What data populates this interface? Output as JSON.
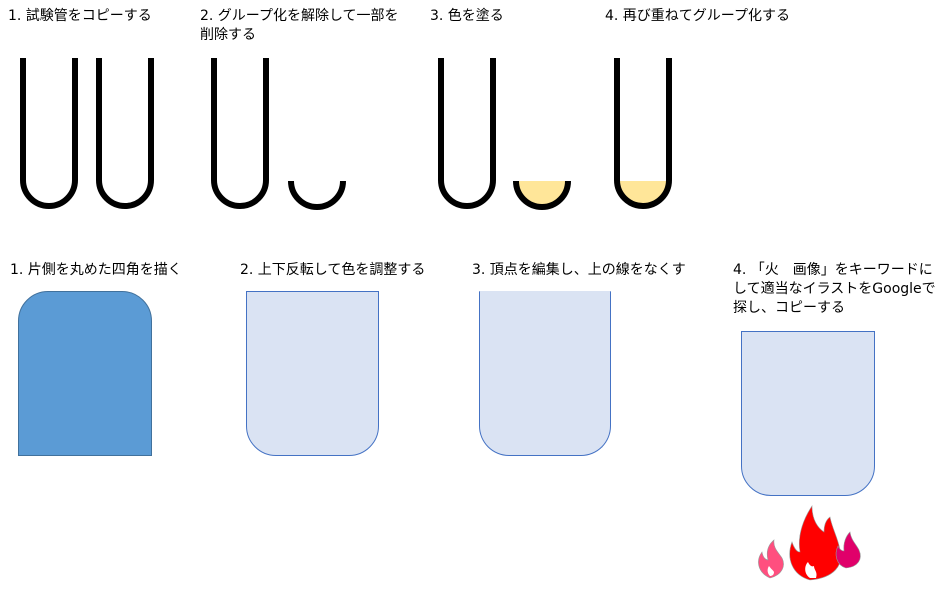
{
  "top_steps": [
    {
      "label": "1. 試験管をコピーする"
    },
    {
      "label": "2. グループ化を解除して一部を削除する"
    },
    {
      "label": "3. 色を塗る"
    },
    {
      "label": "4. 再び重ねてグループ化する"
    }
  ],
  "bottom_steps": [
    {
      "label": "1. 片側を丸めた四角を描く"
    },
    {
      "label": "2. 上下反転して色を調整する"
    },
    {
      "label": "3. 頂点を編集し、上の線をなくす"
    },
    {
      "label": "4. 「火　画像」をキーワードにして適当なイラストをGoogleで探し、コピーする"
    }
  ],
  "colors": {
    "tube_stroke": "#000000",
    "liquid": "#FFE699",
    "shape_blue": "#5B9BD5",
    "shape_light": "#DAE3F3",
    "shape_border": "#4472C4",
    "flame_red": "#FF0000",
    "flame_pink": "#FF4F7F",
    "flame_magenta": "#E0006A"
  }
}
